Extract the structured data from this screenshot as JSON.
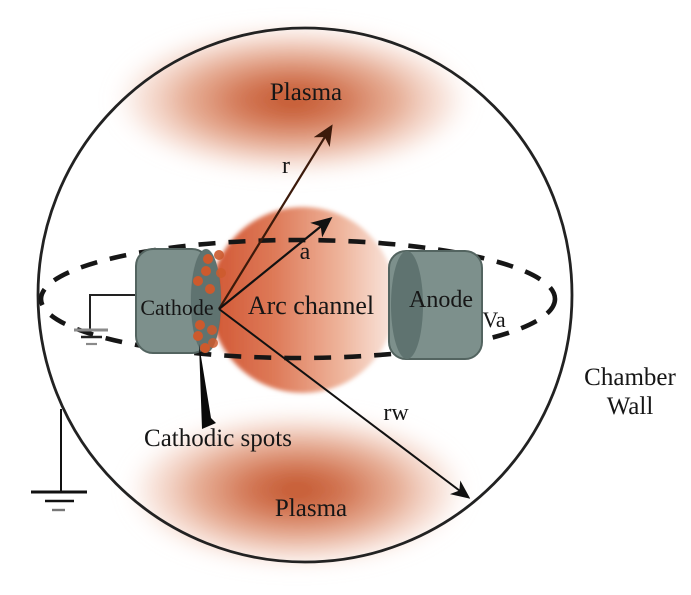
{
  "diagram": {
    "title": "Vacuum arc chamber schematic",
    "labels": {
      "plasma_top": "Plasma",
      "plasma_bottom": "Plasma",
      "arc_channel": "Arc channel",
      "cathode": "Cathode",
      "anode": "Anode",
      "cathodic_spots": "Cathodic spots",
      "chamber_wall_line1": "Chamber",
      "chamber_wall_line2": "Wall",
      "radius_r": "r",
      "radius_a": "a",
      "radius_rw": "rw",
      "anode_voltage": "Va"
    },
    "icons": {
      "ground_cathode": "earth-ground-icon",
      "ground_chamber": "earth-ground-icon"
    },
    "colors": {
      "plasma_core": "#bf4a1e",
      "plasma_fade": "#f6d9cc",
      "arc_channel_left": "#d0522e",
      "arc_channel_right": "#f8e3da",
      "electrode_body": "#7d908c",
      "electrode_face": "#5f7370",
      "electrode_outline": "#536460",
      "cathodic_spot": "#cc5a2d",
      "r_arrow": "#3c1a0b",
      "line": "#1a1a1a",
      "background": "#ffffff"
    },
    "counts": {
      "cathodic_spot_dots": 11
    }
  }
}
